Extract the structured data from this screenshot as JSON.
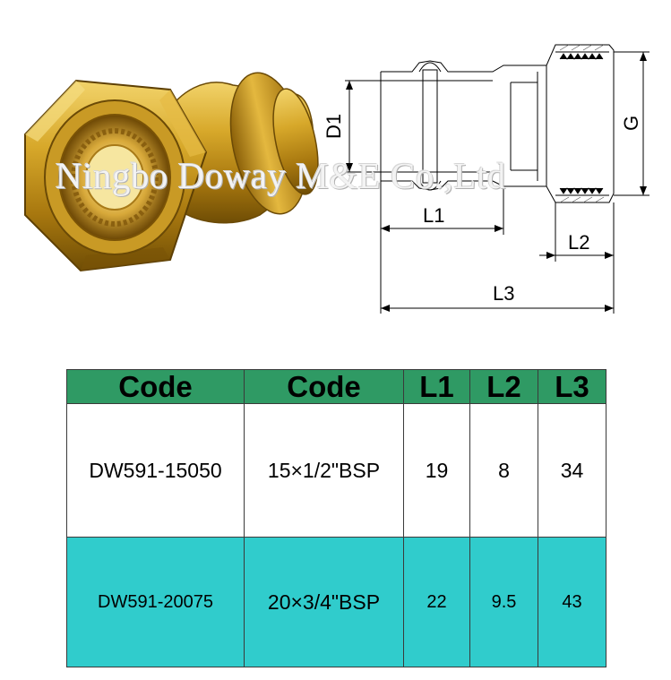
{
  "watermark": "Ningbo Doway M&E Co.,Ltd",
  "drawing": {
    "labels": {
      "d1": "D1",
      "g": "G",
      "l1": "L1",
      "l2": "L2",
      "l3": "L3"
    }
  },
  "table": {
    "headers": [
      "Code",
      "Code",
      "L1",
      "L2",
      "L3"
    ],
    "rows": [
      [
        "DW591-15050",
        "15×1/2\"BSP",
        "19",
        "8",
        "34"
      ],
      [
        "DW591-20075",
        "20×3/4\"BSP",
        "22",
        "9.5",
        "43"
      ]
    ]
  },
  "colors": {
    "header": "#2f9a64",
    "row_alt": "#30cccc",
    "brass": "#c8951c"
  }
}
